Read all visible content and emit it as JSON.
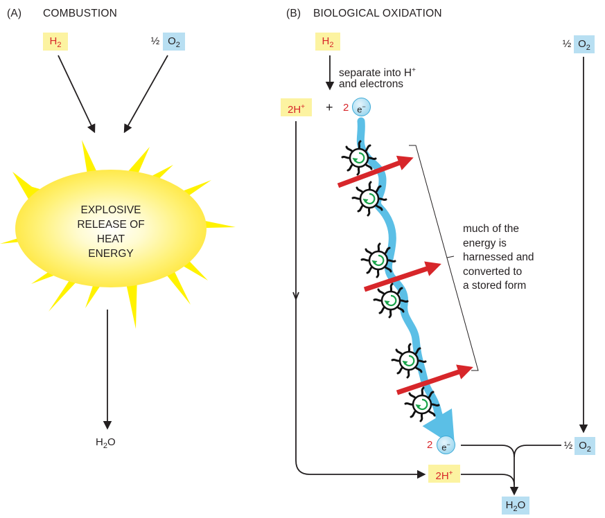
{
  "panel_a": {
    "title_letter": "(A)",
    "title": "COMBUSTION",
    "h2": {
      "base": "H",
      "sub": "2"
    },
    "o2": {
      "half": "½",
      "base": "O",
      "sub": "2"
    },
    "center_lines": [
      "EXPLOSIVE",
      "RELEASE OF",
      "HEAT",
      "ENERGY"
    ],
    "product": {
      "base": "H",
      "sub": "2",
      "tail": "O"
    }
  },
  "panel_b": {
    "title_letter": "(B)",
    "title": "BIOLOGICAL OXIDATION",
    "h2": {
      "base": "H",
      "sub": "2"
    },
    "o2": {
      "half": "½",
      "base": "O",
      "sub": "2"
    },
    "separate_lines": [
      "separate into H",
      "and electrons"
    ],
    "separate_sup": "+",
    "two_h_plus": {
      "base": "2H",
      "sup": "+"
    },
    "plus": "+",
    "electron_count": "2",
    "electron_symbol": "e",
    "electron_sup": "−",
    "energy_note": [
      "much of the",
      "energy is",
      "harnessed and",
      "converted to",
      "a stored form"
    ],
    "bottom_electron_count": "2",
    "bottom_o2": {
      "half": "½",
      "base": "O",
      "sub": "2"
    },
    "bottom_two_h_plus": {
      "base": "2H",
      "sup": "+"
    },
    "product": {
      "base": "H",
      "sub": "2",
      "tail": "O"
    }
  },
  "colors": {
    "hydrogen_box": "#fcf3a1",
    "oxygen_box": "#b8dff2",
    "red_label": "#d7262a",
    "electron_path": "#5bbfe6",
    "energy_arrow": "#d7262a",
    "explosion": "#fff200",
    "carrier_arrow": "#1aa34a"
  },
  "icons": [
    "explosion-burst",
    "electron-carrier-icon",
    "energy-arrow",
    "flow-arrow"
  ]
}
